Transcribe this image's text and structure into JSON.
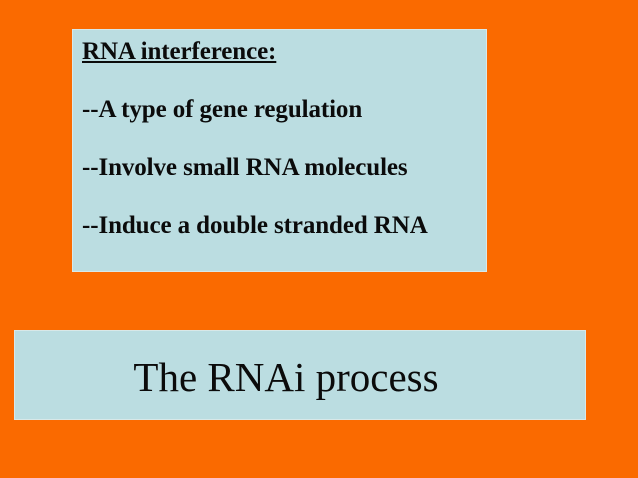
{
  "slide": {
    "background_color": "#fa6a00",
    "panel_color": "#bbdde1",
    "text_color": "#0b0b0b"
  },
  "bullet_panel": {
    "heading": "RNA interference:",
    "bullets": [
      "--A type of gene regulation",
      "--Involve small RNA molecules",
      "--Induce a double stranded RNA"
    ]
  },
  "title_panel": {
    "title": "The RNAi process"
  }
}
